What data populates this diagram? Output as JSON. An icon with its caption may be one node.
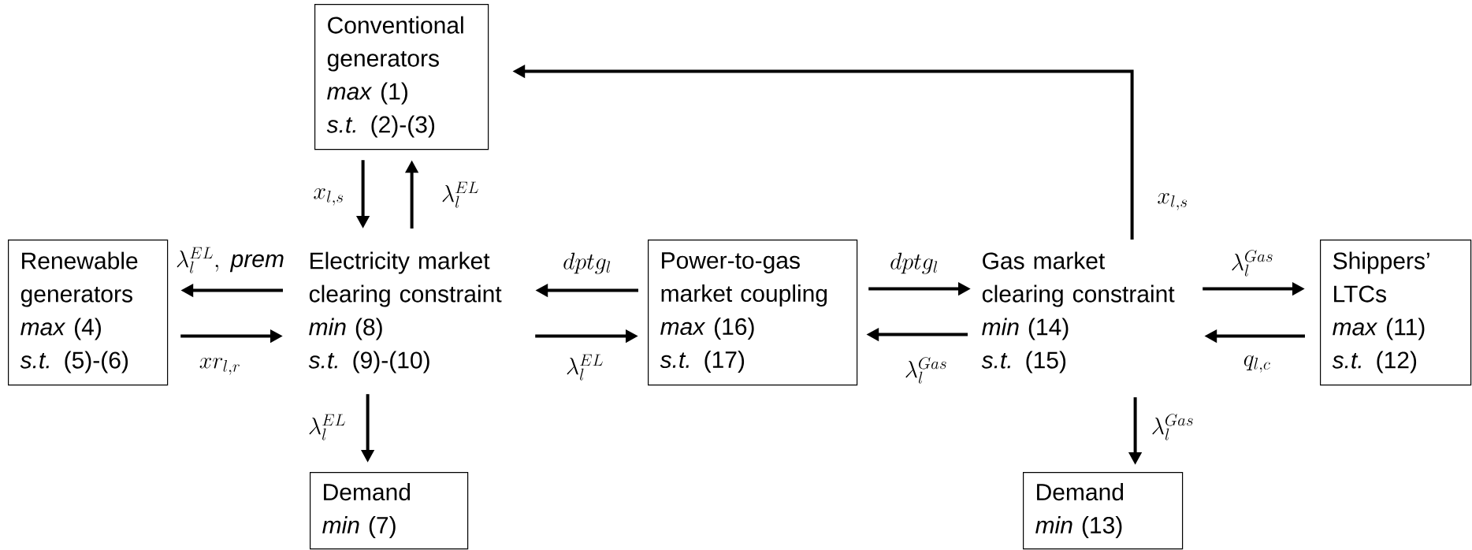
{
  "diagram": {
    "nodes": [
      {
        "text": [
          "Conventional generators",
          "*max* (1)",
          "*s.t.* (2)-(3)"
        ]
      },
      {
        "text": [
          "Renewable generators",
          "*max* (4)",
          "*s.t.* (5)-(6)"
        ]
      },
      {
        "text": [
          "Electricity market clearing constraint",
          "*min* (8)",
          "*s.t.* (9)-(10)"
        ]
      },
      {
        "text": [
          "Power-to-gas market coupling",
          "*max* (16)",
          "*s.t.* (17)"
        ]
      },
      {
        "text": [
          "Gas market clearing constraint",
          "*min* (14)",
          "*s.t.* (15)"
        ]
      },
      {
        "text": [
          "Shippers’ LTCs",
          "*max* (11)",
          "*s.t.* (12)"
        ]
      },
      {
        "text": [
          "Demand",
          "*min* (7)"
        ]
      },
      {
        "text": [
          "Demand",
          "*min* (13)"
        ]
      }
    ],
    "edges": [
      {
        "from": 0,
        "to": 2,
        "arrow": "to",
        "label": "x_{l,s}"
      },
      {
        "from": 2,
        "to": 0,
        "arrow": "to",
        "label": "\\lambda_l^{EL}"
      },
      {
        "from": 2,
        "to": 1,
        "arrow": "to",
        "label": "\\lambda_l^{EL},\\ \\mathit{prem}"
      },
      {
        "from": 1,
        "to": 2,
        "arrow": "to",
        "label": "xr_{l,r}"
      },
      {
        "from": 3,
        "to": 2,
        "arrow": "to",
        "label": "dptg_l"
      },
      {
        "from": 2,
        "to": 3,
        "arrow": "to",
        "label": "\\lambda_l^{EL}"
      },
      {
        "from": 3,
        "to": 4,
        "arrow": "to",
        "label": "dptg_l"
      },
      {
        "from": 4,
        "to": 3,
        "arrow": "to",
        "label": "\\lambda_l^{Gas}"
      },
      {
        "from": 4,
        "to": 5,
        "arrow": "to",
        "label": "\\lambda_l^{Gas}"
      },
      {
        "from": 5,
        "to": 4,
        "arrow": "to",
        "label": "q_{l,c}"
      },
      {
        "from": 2,
        "to": 6,
        "arrow": "to",
        "label": "\\lambda_l^{EL}"
      },
      {
        "from": 4,
        "to": 7,
        "arrow": "to",
        "label": "\\lambda_l^{Gas}"
      },
      {
        "from": 4,
        "to": 0,
        "arrow": "to",
        "label": "x_{l,s}"
      }
    ]
  }
}
